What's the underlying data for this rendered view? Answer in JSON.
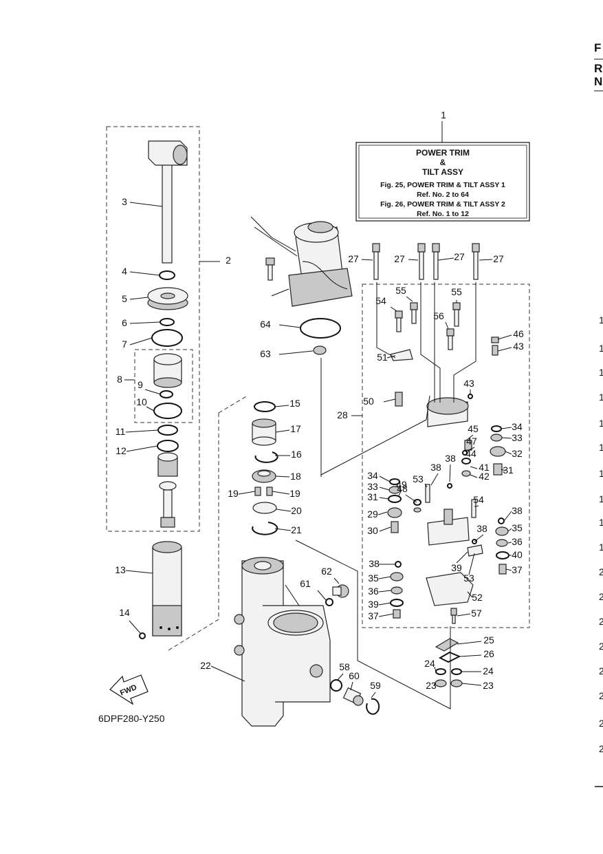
{
  "figure_code": "6DPF280-Y250",
  "fwd_label": "FWD",
  "info_box": {
    "title_1": "POWER TRIM",
    "title_2": "&",
    "title_3": "TILT ASSY",
    "fig_1": "Fig. 25, POWER TRIM & TILT ASSY 1",
    "ref_1": "Ref. No. 2 to 64",
    "fig_2": "Fig. 26, POWER TRIM & TILT ASSY 2",
    "ref_2": "Ref. No. 1 to 12"
  },
  "right_edge": {
    "header_letters": [
      "F",
      "R",
      "N"
    ],
    "digits": [
      "1",
      "1",
      "1",
      "1",
      "1",
      "1",
      "1",
      "1",
      "1",
      "1",
      "2",
      "2",
      "2",
      "2",
      "2",
      "2",
      "2",
      "2"
    ]
  },
  "callouts": [
    "1",
    "2",
    "3",
    "4",
    "5",
    "6",
    "7",
    "8",
    "9",
    "10",
    "11",
    "12",
    "13",
    "14",
    "15",
    "16",
    "17",
    "18",
    "19",
    "19",
    "20",
    "21",
    "22",
    "23",
    "23",
    "24",
    "24",
    "25",
    "26",
    "27",
    "27",
    "27",
    "27",
    "28",
    "29",
    "30",
    "31",
    "31",
    "32",
    "33",
    "33",
    "34",
    "34",
    "35",
    "35",
    "36",
    "36",
    "37",
    "37",
    "38",
    "38",
    "38",
    "38",
    "38",
    "39",
    "39",
    "40",
    "41",
    "42",
    "43",
    "43",
    "44",
    "45",
    "46",
    "47",
    "48",
    "49",
    "50",
    "51",
    "52",
    "53",
    "53",
    "54",
    "54",
    "55",
    "55",
    "56",
    "57",
    "58",
    "59",
    "60",
    "61",
    "62",
    "63",
    "64"
  ]
}
